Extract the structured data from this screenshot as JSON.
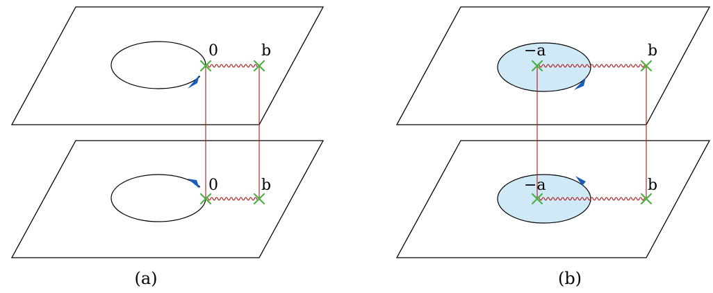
{
  "panels": [
    {
      "caption": "(a)",
      "point_left": "0",
      "point_right": "b",
      "filled_disk": false,
      "loop_orientation": "counterclockwise",
      "colors": {
        "disk": "#cfe9f7",
        "cut": "#b01818",
        "branch_point": "#4db045",
        "arrow": "#1c5cb8"
      }
    },
    {
      "caption": "(b)",
      "point_left": "−a",
      "point_right": "b",
      "filled_disk": true,
      "loop_orientation": "counterclockwise",
      "colors": {
        "disk": "#cfe9f7",
        "cut": "#b01818",
        "branch_point": "#4db045",
        "arrow": "#1c5cb8"
      }
    }
  ]
}
